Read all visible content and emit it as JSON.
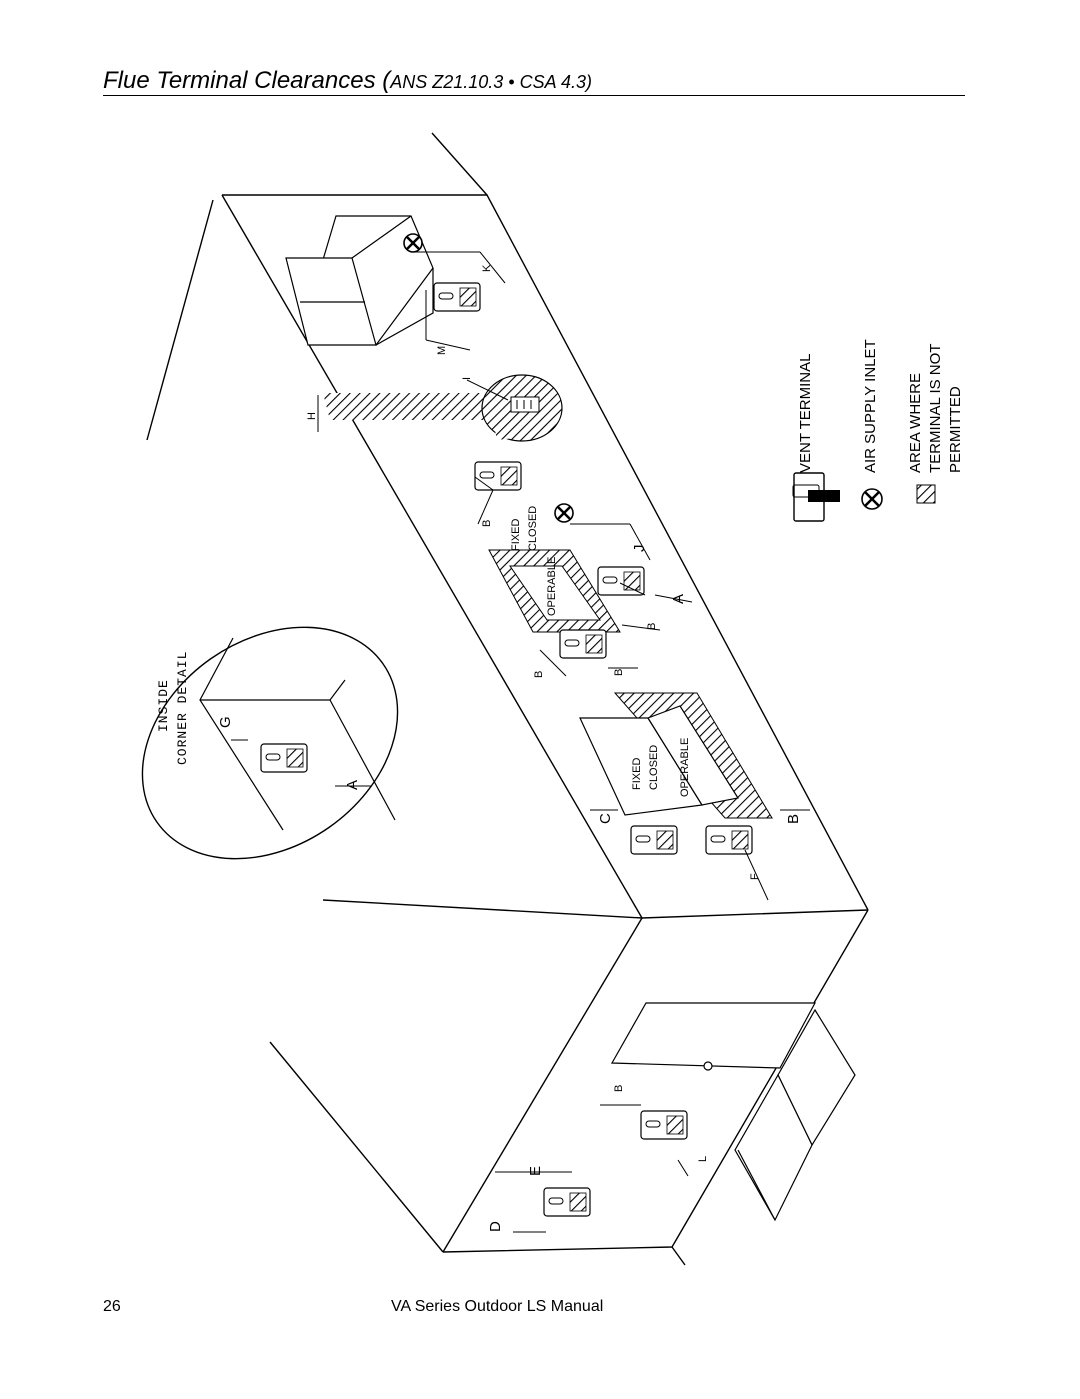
{
  "header": {
    "title_main": "Flue Terminal Clearances (",
    "title_std": "ANS Z21.10.3 • CSA 4.3)"
  },
  "diagram": {
    "dims": {
      "A": "A",
      "A2": "A",
      "B1": "B",
      "B2": "B",
      "B3": "B",
      "B4": "B",
      "B5": "B",
      "B6": "B",
      "C": "C",
      "D": "D",
      "E": "E",
      "F": "F",
      "G": "G",
      "H": "H",
      "I": "I",
      "J": "J",
      "K": "K",
      "L": "L",
      "M": "M"
    },
    "window1": {
      "fixed": "FIXED",
      "closed": "CLOSED",
      "operable": "OPERABLE"
    },
    "window2": {
      "fixed": "FIXED",
      "closed": "CLOSED",
      "operable": "OPERABLE"
    },
    "inset": {
      "line1": "INSIDE",
      "line2": "CORNER DETAIL"
    },
    "legend": {
      "vent": "VENT TERMINAL",
      "air": "AIR SUPPLY INLET",
      "area1": "AREA WHERE",
      "area2": "TERMINAL IS NOT",
      "area3": "PERMITTED",
      "icons": [
        "vent-terminal-icon",
        "air-supply-inlet-icon",
        "hatched-area-icon"
      ]
    }
  },
  "footer": {
    "page_number": "26",
    "manual_title": "VA Series Outdoor LS Manual"
  }
}
